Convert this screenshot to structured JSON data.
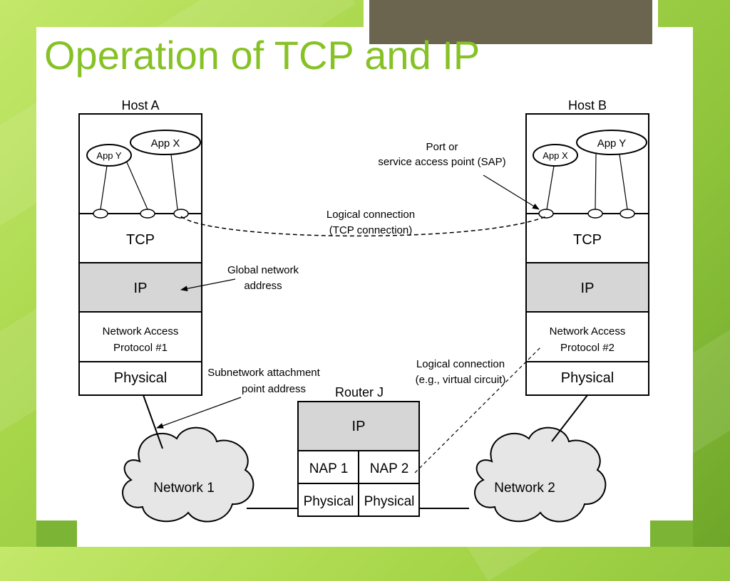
{
  "slide": {
    "title": "Operation of TCP and IP"
  },
  "colors": {
    "title": "#86c226",
    "background_green": "#a7d64a",
    "title_tab": "#6b6550",
    "ip_layer_fill": "#d6d6d6",
    "network_cloud_fill": "#e6e6e6"
  },
  "diagram": {
    "host_a": {
      "title": "Host A",
      "app_y": "App Y",
      "app_x": "App X",
      "tcp": "TCP",
      "ip": "IP",
      "nap_line1": "Network Access",
      "nap_line2": "Protocol #1",
      "physical": "Physical"
    },
    "host_b": {
      "title": "Host B",
      "app_x": "App X",
      "app_y": "App Y",
      "tcp": "TCP",
      "ip": "IP",
      "nap_line1": "Network Access",
      "nap_line2": "Protocol #2",
      "physical": "Physical"
    },
    "router": {
      "title": "Router J",
      "ip": "IP",
      "nap1": "NAP 1",
      "nap2": "NAP 2",
      "physical1": "Physical",
      "physical2": "Physical"
    },
    "networks": {
      "network1": "Network 1",
      "network2": "Network 2"
    },
    "annotations": {
      "port_line1": "Port or",
      "port_line2": "service access point (SAP)",
      "logical_tcp_line1": "Logical connection",
      "logical_tcp_line2": "(TCP connection)",
      "global_line1": "Global network",
      "global_line2": "address",
      "subnet_line1": "Subnetwork attachment",
      "subnet_line2": "point address",
      "logical_vc_line1": "Logical connection",
      "logical_vc_line2": "(e.g., virtual circuit)"
    }
  }
}
